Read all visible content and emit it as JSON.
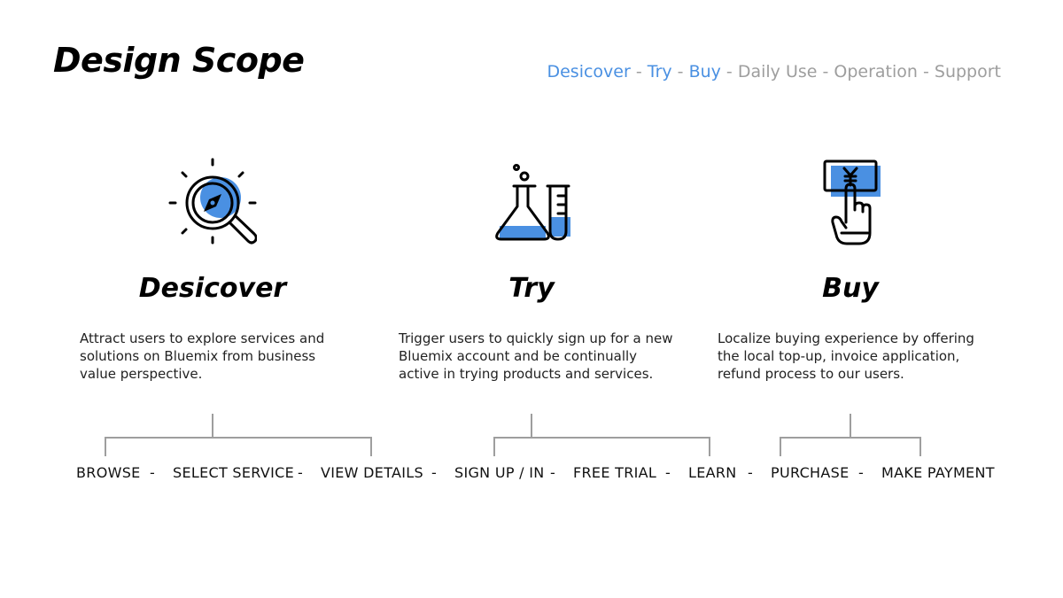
{
  "title": "Design Scope",
  "journey": {
    "steps": [
      "Desicover",
      "Try",
      "Buy",
      "Daily Use",
      "Operation",
      "Support"
    ],
    "separator": " - ",
    "active_color": "#4a90e2",
    "inactive_color": "#9e9e9e"
  },
  "columns": [
    {
      "icon": "magnifier-compass-icon",
      "heading": "Desicover",
      "description": "Attract users to explore services and solutions on Bluemix from business value perspective."
    },
    {
      "icon": "lab-flask-icon",
      "heading": "Try",
      "description": "Trigger users to quickly sign up for a new Bluemix account and be continually active in trying products and services."
    },
    {
      "icon": "tap-yen-button-icon",
      "heading": "Buy",
      "description": "Localize buying experience by offering the local top-up, invoice application,  refund process to our users."
    }
  ],
  "steps": {
    "items": [
      "BROWSE",
      "SELECT SERVICE",
      "VIEW DETAILS",
      "SIGN UP / IN",
      "FREE TRIAL",
      "LEARN",
      "PURCHASE",
      "MAKE PAYMENT"
    ],
    "separator": "-"
  },
  "accent_color": "#4a90e2"
}
